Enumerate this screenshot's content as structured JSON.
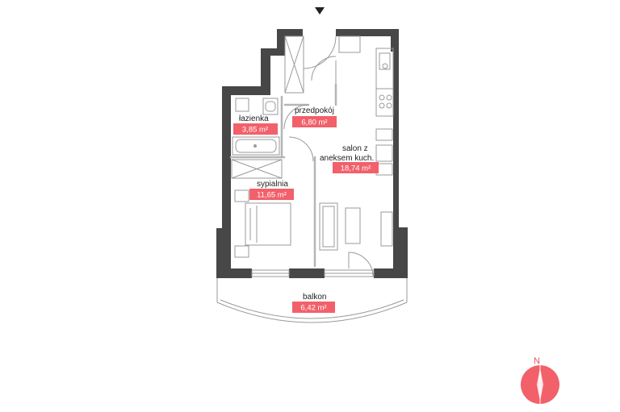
{
  "rooms": [
    {
      "name": "łazienka",
      "area": "3,85 m²"
    },
    {
      "name": "przedpokój",
      "area": "6,80 m²"
    },
    {
      "name": "salon z",
      "name2": "aneksem kuch.",
      "area": "18,74 m²"
    },
    {
      "name": "sypialnia",
      "area": "11,65 m²"
    },
    {
      "name": "balkon",
      "area": "6,42 m²"
    }
  ],
  "compass": {
    "label": "N"
  },
  "colors": {
    "wall": "#444444",
    "accent": "#f2606a",
    "line": "#9a9a9a"
  }
}
